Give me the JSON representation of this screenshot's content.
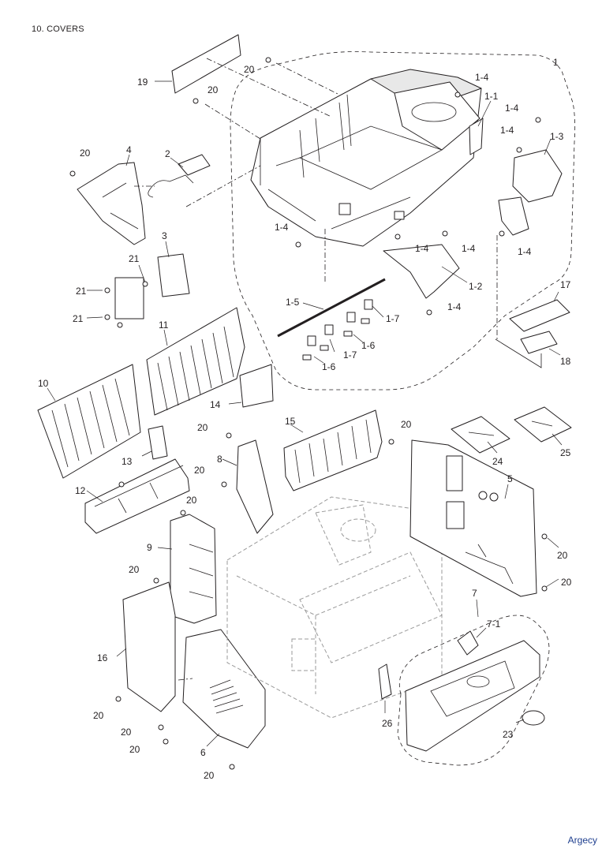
{
  "page": {
    "title": "10. COVERS",
    "watermark": "Argecy"
  },
  "callouts": [
    "1",
    "1-1",
    "1-2",
    "1-3",
    "1-4",
    "1-5",
    "1-6",
    "1-7",
    "2",
    "3",
    "4",
    "5",
    "6",
    "7",
    "7-1",
    "8",
    "9",
    "10",
    "11",
    "12",
    "13",
    "14",
    "15",
    "16",
    "17",
    "18",
    "19",
    "20",
    "21",
    "23",
    "24",
    "25",
    "26"
  ]
}
